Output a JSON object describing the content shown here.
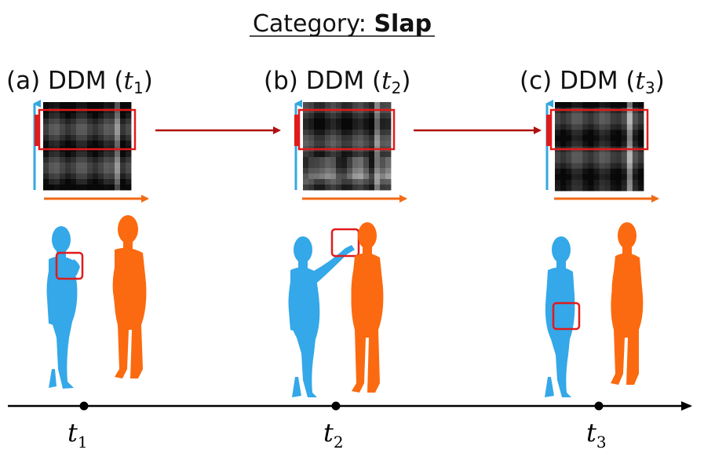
{
  "title": {
    "prefix": "Category: ",
    "category": "Slap"
  },
  "panels": [
    {
      "label": "(a) DDM (",
      "var": "t",
      "sub": "1",
      "close": ")"
    },
    {
      "label": "(b) DDM (",
      "var": "t",
      "sub": "2",
      "close": ")"
    },
    {
      "label": "(c) DDM (",
      "var": "t",
      "sub": "3",
      "close": ")"
    }
  ],
  "timeline": [
    {
      "var": "t",
      "sub": "1"
    },
    {
      "var": "t",
      "sub": "2"
    },
    {
      "var": "t",
      "sub": "3"
    }
  ],
  "colors": {
    "highlight": "#e01b1b",
    "arrow_dark_red": "#b01010",
    "axis_blue": "#35a7e0",
    "axis_orange": "#f26a14",
    "person_blue": "#34a8e8",
    "person_orange": "#fb6a10",
    "timeline": "#000000"
  }
}
